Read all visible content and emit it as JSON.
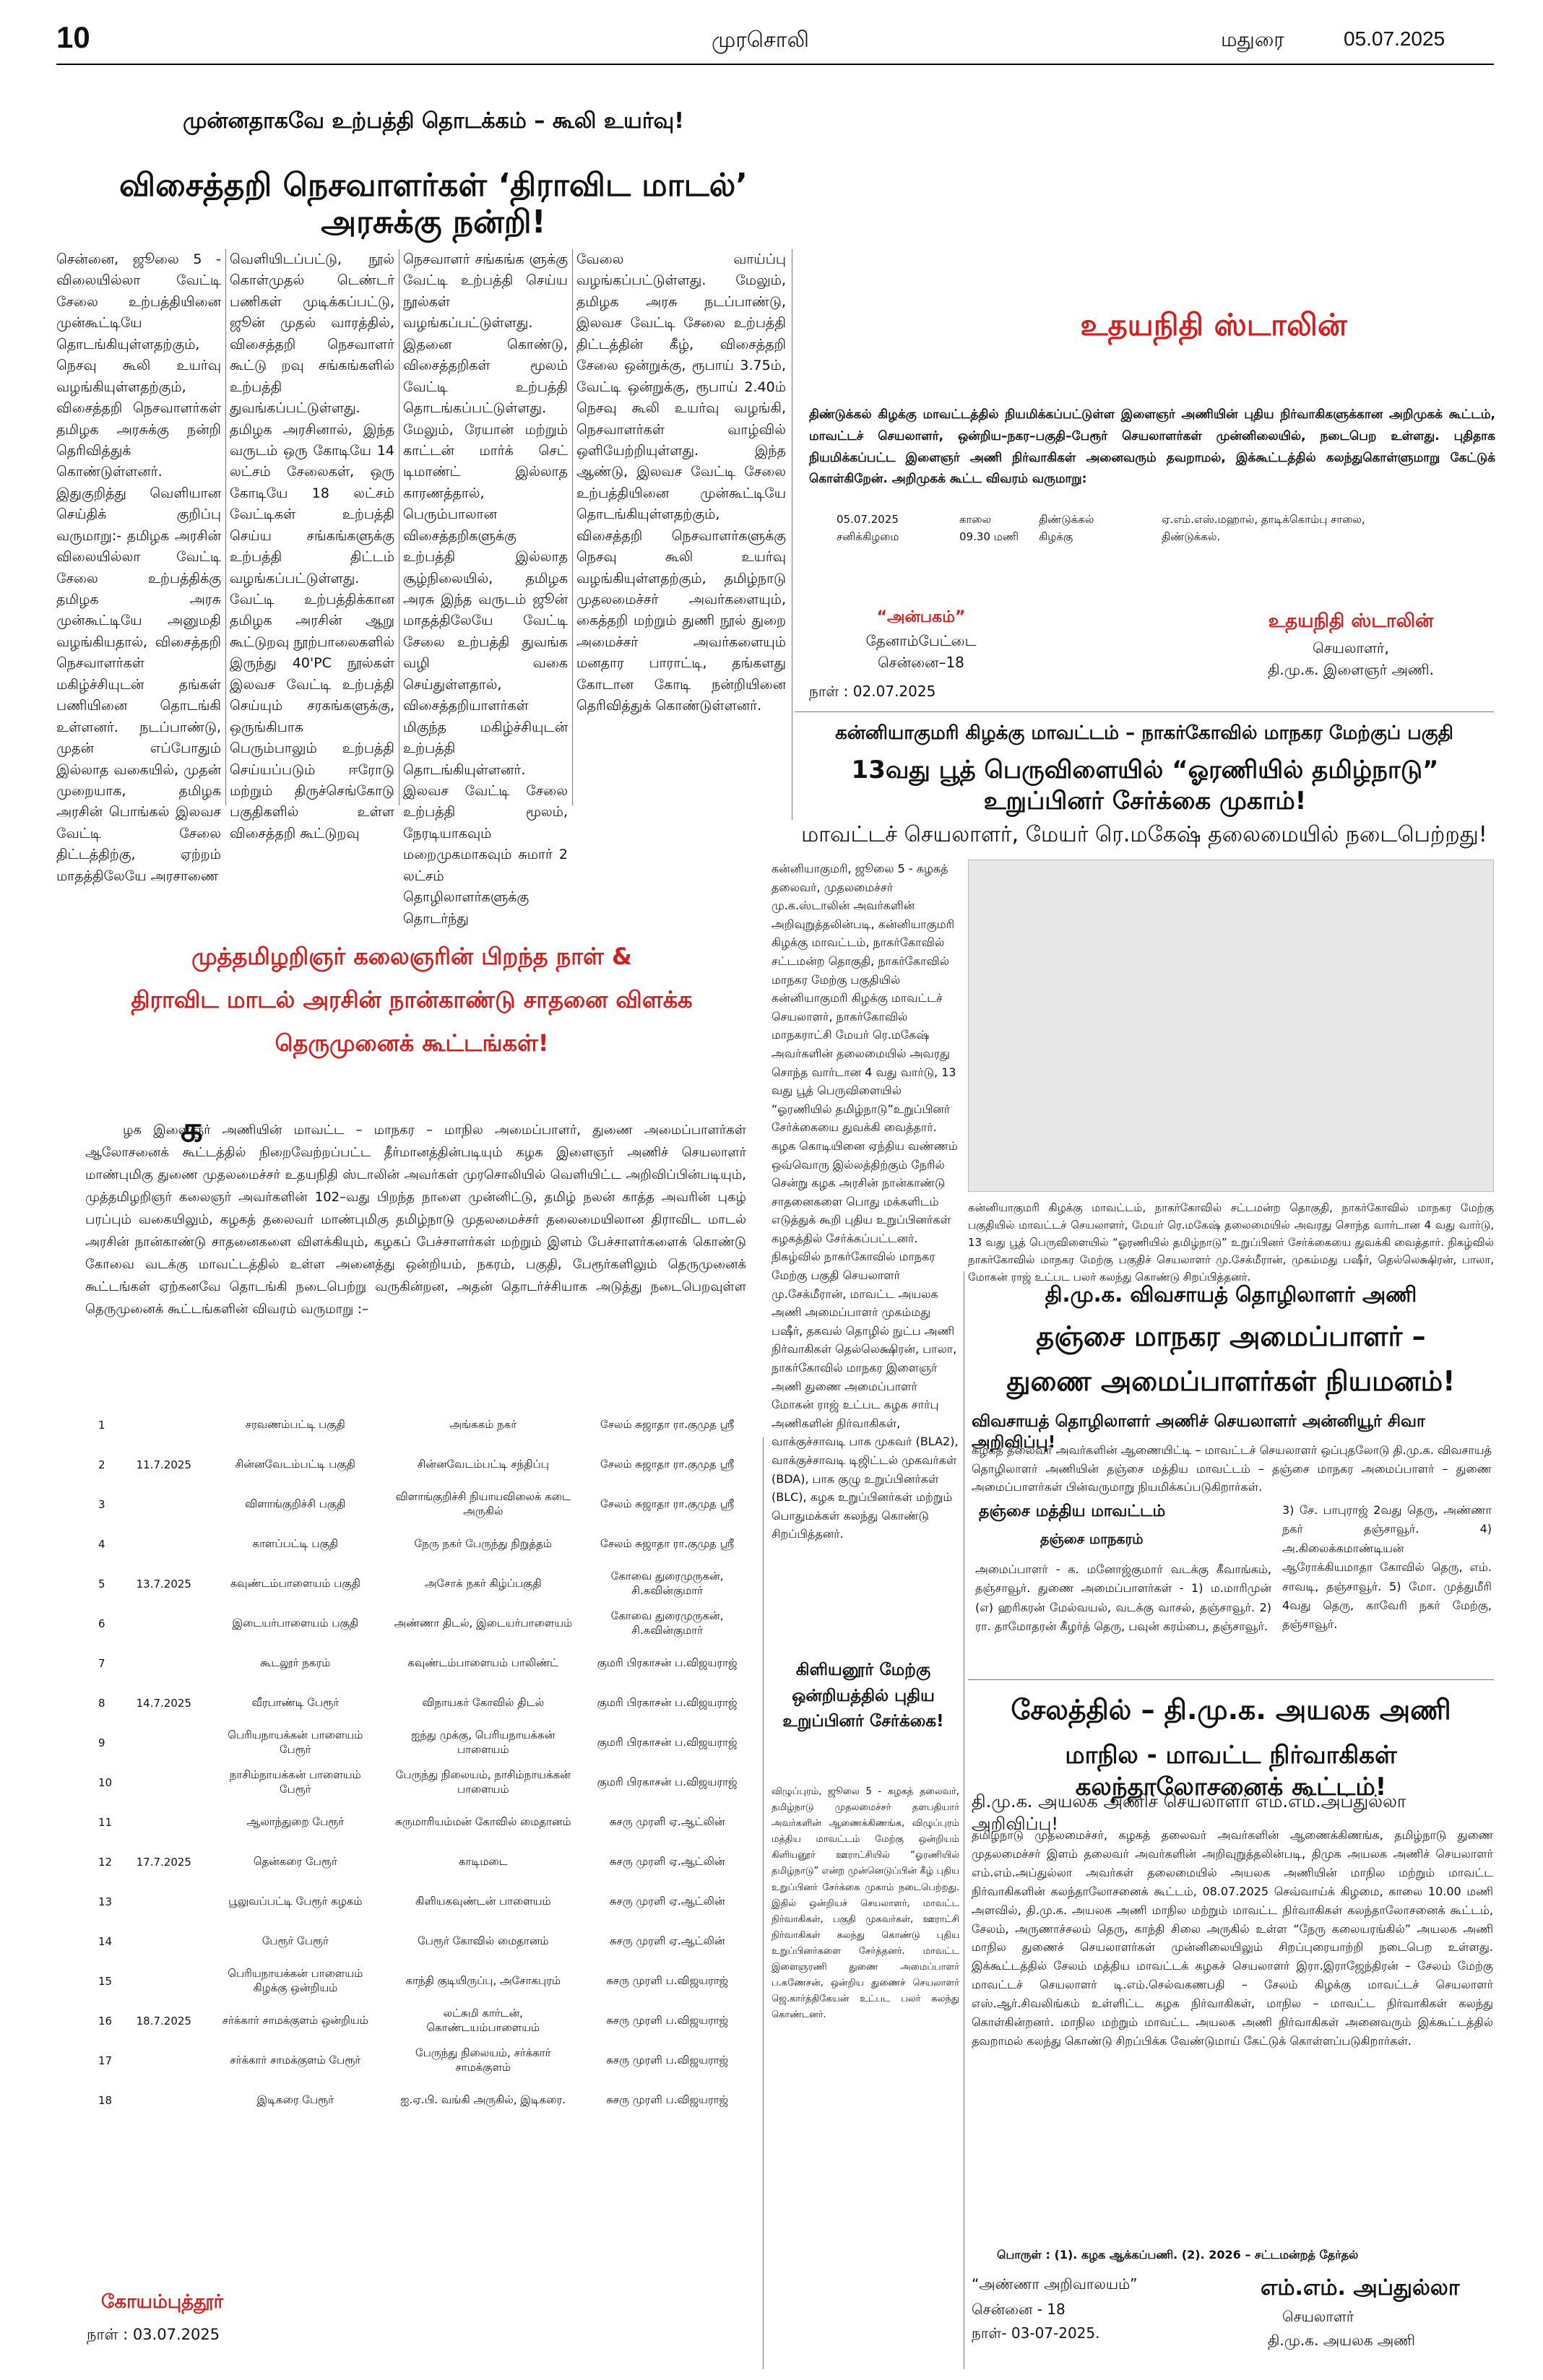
{
  "masthead": {
    "page_number": "10",
    "paper_name": "முரசொலி",
    "city": "மதுரை",
    "date": "05.07.2025"
  },
  "article1": {
    "kicker": "முன்னதாகவே உற்பத்தி தொடக்கம் – கூலி உயர்வு!",
    "headline": "விசைத்தறி நெசவாளர்கள் ‘திராவிட மாடல்’ அரசுக்கு நன்றி!",
    "col1": "சென்னை, ஜூலை 5 - விலையில்லா வேட்டி சேலை உற்பத்தியினை முன்கூட்டியே தொடங்கியுள்ளதற்கும், நெசவு கூலி உயர்வு வழங்கியுள்ளதற்கும், விசைத்தறி நெசவாளர்கள் தமிழக அரசுக்கு நன்றி தெரிவித்துக் கொண்டுள்ளனர். இதுகுறித்து வெளியான செய்திக் குறிப்பு வருமாறு:- தமிழக அரசின் விலையில்லா வேட்டி சேலை உற்பத்திக்கு தமிழக அரசு முன்கூட்டியே அனுமதி வழங்கியதால், விசைத்தறி நெசவாளர்கள் மகிழ்ச்சியுடன் தங்கள் பணியினை தொடங்கி உள்ளனர். நடப்பாண்டு, முதன் எப்போதும் இல்லாத வகையில், முதன் முறையாக, தமிழக அரசின் பொங்கல் இலவச வேட்டி சேலை திட்டத்திற்கு, ஏற்றம் மாதத்திலேயே அரசாணை",
    "col2": "வெளியிடப்பட்டு, நூல் கொள்முதல் டெண்டர் பணிகள் முடிக்கப்பட்டு, ஜூன் முதல் வாரத்தில், விசைத்தறி நெசவாளர் கூட்டு றவு சங்கங்களில் உற்பத்தி துவங்கப்பட்டுள்ளது. தமிழக அரசினால், இந்த வருடம் ஒரு கோடியே 14 லட்சம் சேலைகள், ஒரு கோடியே 18 லட்சம் வேட்டிகள் உற்பத்தி செய்ய சங்கங்களுக்கு உற்பத்தி திட்டம் வழங்கப்பட்டுள்ளது. வேட்டி உற்பத்திக்கான தமிழக அரசின் ஆறு கூட்டுறவு நூற்பாலைகளில் இருந்து 40'PC நூல்கள் இலவச வேட்டி உற்பத்தி செய்யும் சரகங்களுக்கு, ஒருங்கிபாக பெரும்பாலும் உற்பத்தி செய்யப்படும் ஈரோடு மற்றும் திருச்செங்கோடு பகுதிகளில் உள்ள விசைத்தறி கூட்டுறவு",
    "col3": "நெசவாளர் சங்கங்க ளுக்கு வேட்டி உற்பத்தி செய்ய நூல்கள் வழங்கப்பட்டுள்ளது. இதனை கொண்டு, விசைத்தறிகள் மூலம் வேட்டி உற்பத்தி தொடங்கப்பட்டுள்ளது. மேலும், ரேயான் மற்றும் காட்டன் மார்க் செட் டிமாண்ட் இல்லாத காரணத்தால், பெரும்பாலான விசைத்தறிகளுக்கு உற்பத்தி இல்லாத சூழ்நிலையில், தமிழக அரசு இந்த வருடம் ஜூன் மாதத்திலேயே வேட்டி சேலை உற்பத்தி துவங்க வழி வகை செய்துள்ளதால், விசைத்தறியாளர்கள் மிகுந்த மகிழ்ச்சியுடன் உற்பத்தி தொடங்கியுள்ளனர். இலவச வேட்டி சேலை உற்பத்தி மூலம், நேரடியாகவும் மறைமுகமாகவும் சுமார் 2 லட்சம் தொழிலாளர்களுக்கு தொடர்ந்து",
    "col4": "வேலை வாய்ப்பு வழங்கப்பட்டுள்ளது. மேலும், தமிழக அரசு நடப்பாண்டு, இலவச வேட்டி சேலை உற்பத்தி திட்டத்தின் கீழ், விசைத்தறி சேலை ஒன்றுக்கு, ரூபாய் 3.75ம், வேட்டி ஒன்றுக்கு, ரூபாய் 2.40ம் நெசவு கூலி உயர்வு வழங்கி, நெசவாளர்கள் வாழ்வில் ஒளியேற்றியுள்ளது. இந்த ஆண்டு, இலவச வேட்டி சேலை உற்பத்தியினை முன்கூட்டியே தொடங்கியுள்ளதற்கும், விசைத்தறி நெசவாளர்களுக்கு நெசவு கூலி உயர்வு வழங்கியுள்ளதற்கும், தமிழ்நாடு முதலமைச்சர் அவர்களையும், கைத்தறி மற்றும் துணி நூல் துறை அமைச்சர் அவர்களையும் மனதார பாராட்டி, தங்களது கோடான கோடி நன்றியினை தெரிவித்துக் கொண்டுள்ளனர்."
  },
  "notice_udhayanidhi": {
    "title": "உதயநிதி ஸ்டாலின்",
    "body": "திண்டுக்கல் கிழக்கு மாவட்டத்தில் நியமிக்கப்பட்டுள்ள இளைஞர் அணியின் புதிய நிர்வாகிகளுக்கான அறிமுகக் கூட்டம், மாவட்டச் செயலாளர், ஒன்றிய–நகர–பகுதி–பேரூர் செயலாளர்கள் முன்னிலையில், நடைபெற உள்ளது. புதிதாக நியமிக்கப்பட்ட இளைஞர் அணி நிர்வாகிகள் அனைவரும் தவறாமல், இக்கூட்டத்தில் கலந்துகொள்ளுமாறு கேட்டுக் கொள்கிறேன். அறிமுகக் கூட்ட விவரம் வருமாறு:",
    "meta_row1": [
      "05.07.2025",
      "காலை",
      "திண்டுக்கல்",
      "ஏ.எம்.எஸ்.மஹால், தாடிக்கொம்பு சாலை,"
    ],
    "meta_row2": [
      "சனிக்கிழமை",
      "09.30 மணி",
      "கிழக்கு",
      "திண்டுக்கல்."
    ],
    "venue_label": "“அன்பகம்”",
    "venue_line1": "தேனாம்பேட்டை",
    "venue_line2": "சென்னை–18",
    "date_line": "நாள் : 02.07.2025",
    "sign_name": "உதயநிதி ஸ்டாலின்",
    "sign_role": "செயலாளர்,",
    "sign_org": "தி.மு.க. இளைஞர் அணி."
  },
  "article2": {
    "kicker": "கன்னியாகுமரி கிழக்கு மாவட்டம் – நாகர்கோவில் மாநகர மேற்குப் பகுதி",
    "headline": "13வது பூத் பெருவிளையில் “ஓரணியில் தமிழ்நாடு” உறுப்பினர் சேர்க்கை முகாம்!",
    "subhead": "மாவட்டச் செயலாளர், மேயர் ரெ.மகேஷ் தலைமையில் நடைபெற்றது!",
    "body": "கன்னியாகுமரி, ஜூலை 5 - கழகத் தலைவர், முதலமைச்சர் மு.க.ஸ்டாலின் அவர்களின் அறிவுறுத்தலின்படி, கன்னியாகுமரி கிழக்கு மாவட்டம், நாகர்கோவில் சட்டமன்ற தொகுதி, நாகர்கோவில் மாநகர மேற்கு பகுதியில் கன்னியாகுமரி கிழக்கு மாவட்டச் செயலாளர், நாகர்கோவில் மாநகராட்சி மேயர் ரெ.மகேஷ் அவர்களின் தலைமையில் அவரது சொந்த வார்டான 4 வது வார்டு, 13 வது பூத் பெருவிளையில் “ஓரணியில் தமிழ்நாடு”உறுப்பினர் சேர்க்கையை துவக்கி வைத்தார். கழக கொடியினை ஏந்திய வண்ணம் ஒவ்வொரு இல்லத்திற்கும் நேரில் சென்று கழக அரசின் நான்காண்டு சாதனைகளை பொது மக்களிடம் எடுத்துக் கூறி புதிய உறுப்பினர்கள் கழகத்தில் சேர்க்கப்பட்டனர். நிகழ்வில் நாகர்கோவில் மாநகர மேற்கு பகுதி செயலாளர் மு.சேக்மீரான், மாவட்ட அயலக அணி அமைப்பாளர் முகம்மது பஷீர், தகவல் தொழில் நுட்ப அணி நிர்வாகிகள் தெல்லெக்ஷிரன், பாலா, நாகர்கோவில் மாநகர இளைஞர் அணி துணை அமைப்பாளர் மோகன் ராஜ் உட்பட கழக சார்பு அணிகளின் நிர்வாகிகள், வாக்குச்சாவடி பாக முகவர் (BLA2), வாக்குச்சாவடி டிஜிட்டல் முகவர்கள் (BDA), பாக குழு உறுப்பினர்கள் (BLC), கழக உறுப்பினர்கள் மற்றும் பொதுமக்கள் கலந்து கொண்டு சிறப்பித்தனர்.",
    "caption": "கன்னியாகுமரி கிழக்கு மாவட்டம், நாகர்கோவில் சட்டமன்ற தொகுதி, நாகர்கோவில் மாநகர மேற்கு பகுதியில் மாவட்டச் செயலாளர், மேயர் ரெ.மகேஷ் தலைமையில் அவரது சொந்த வார்டான 4 வது வார்டு, 13 வது பூத் பெருவிளையில் “ஓரணியில் தமிழ்நாடு” உறுப்பினர் சேர்க்கையை துவக்கி வைத்தார். நிகழ்வில் நாகர்கோவில் மாநகர மேற்கு பகுதிச் செயலாளர் மு.சேக்மீரான், முகம்மது பஷீர், தெல்லெக்ஷிரன், பாலா, மோகன் ராஜ் உட்பட பலர் கலந்து கொண்டு சிறப்பித்தனர்."
  },
  "article3": {
    "headline_line1": "முத்தமிழறிஞர் கலைஞரின் பிறந்த நாள் &",
    "headline_line2": "திராவிட மாடல் அரசின் நான்காண்டு சாதனை விளக்க",
    "headline_line3": "தெருமுனைக் கூட்டங்கள்!",
    "dropcap": "க",
    "body": "ழக இளைஞர் அணியின் மாவட்ட – மாநகர – மாநில அமைப்பாளர், துணை அமைப்பாளர்கள் ஆலோசனைக் கூட்டத்தில் நிறைவேற்றப்பட்ட தீர்மானத்தின்படியும் கழக இளைஞர் அணிச் செயலாளர் மாண்புமிகு துணை முதலமைச்சர் உதயநிதி ஸ்டாலின் அவர்கள் முரசொலியில் வெளியிட்ட அறிவிப்பின்படியும், முத்தமிழறிஞர் கலைஞர் அவர்களின் 102–வது பிறந்த நாளை முன்னிட்டு, தமிழ் நலன் காத்த அவரின் புகழ் பரப்பும் வகையிலும், கழகத் தலைவர் மாண்புமிகு தமிழ்நாடு முதலமைச்சர் தலைமையிலான திராவிட மாடல் அரசின் நான்காண்டு சாதனைகளை விளக்கியும், கழகப் பேச்சாளர்கள் மற்றும் இளம் பேச்சாளர்களைக் கொண்டு கோவை வடக்கு மாவட்டத்தில் உள்ள அனைத்து ஒன்றியம், நகரம், பகுதி, பேரூர்களிலும் தெருமுனைக் கூட்டங்கள் ஏற்கனவே தொடங்கி நடைபெற்று வருகின்றன, அதன் தொடர்ச்சியாக அடுத்து நடைபெறவுள்ள தெருமுனைக் கூட்டங்களின் விவரம் வருமாறு :–",
    "schedule": [
      {
        "no": "1",
        "date": "",
        "area": "சரவணம்பட்டி பகுதி",
        "place": "அங்ககம் நகர்",
        "speaker": "சேலம் சுஜாதா ரா.குமுத ஸ்ரீ"
      },
      {
        "no": "2",
        "date": "11.7.2025",
        "area": "சின்னவேடம்பட்டி பகுதி",
        "place": "சின்னவேடம்பட்டி சந்திப்பு",
        "speaker": "சேலம் சுஜாதா ரா.குமுத ஸ்ரீ"
      },
      {
        "no": "3",
        "date": "",
        "area": "விளாங்குறிச்சி பகுதி",
        "place": "விளாங்குறிச்சி நியாயவிலைக் கடை அருகில்",
        "speaker": "சேலம் சுஜாதா ரா.குமுத ஸ்ரீ"
      },
      {
        "no": "4",
        "date": "",
        "area": "காளப்பட்டி பகுதி",
        "place": "நேரு நகர் பேருந்து நிறுத்தம்",
        "speaker": "சேலம் சுஜாதா ரா.குமுத ஸ்ரீ"
      },
      {
        "no": "5",
        "date": "13.7.2025",
        "area": "கவுண்டம்பாளையம் பகுதி",
        "place": "அசோக் நகர் கிழ்ப்பகுதி",
        "speaker": "கோவை துரைமுருகன், சி.கவின்குமார்"
      },
      {
        "no": "6",
        "date": "",
        "area": "இடையர்பாளையம் பகுதி",
        "place": "அண்ணா திடல், இடையர்பாளையம்",
        "speaker": "கோவை துரைமுருகன், சி.கவின்குமார்"
      },
      {
        "no": "7",
        "date": "",
        "area": "கூடலூர் நகரம்",
        "place": "கவுண்டம்பாளையம் பாலிண்ட்",
        "speaker": "குமரி பிரகாசன் ப.விஜயராஜ்"
      },
      {
        "no": "8",
        "date": "14.7.2025",
        "area": "வீரபாண்டி பேரூர்",
        "place": "விநாயகர் கோவில் திடல்",
        "speaker": "குமரி பிரகாசன் ப.விஜயராஜ்"
      },
      {
        "no": "9",
        "date": "",
        "area": "பெரியநாயக்கன் பாளையம் பேரூர்",
        "place": "ஐந்து முக்கு, பெரியநாயக்கன் பாளையம்",
        "speaker": "குமரி பிரகாசன் ப.விஜயராஜ்"
      },
      {
        "no": "10",
        "date": "",
        "area": "நாசிம்நாயக்கன் பாளையம் பேரூர்",
        "place": "பேருந்து நிலையம், நாசிம்நாயக்கன் பாளையம்",
        "speaker": "குமரி பிரகாசன் ப.விஜயராஜ்"
      },
      {
        "no": "11",
        "date": "",
        "area": "ஆலாந்துறை பேரூர்",
        "place": "சுருமாரியம்மன் கோவில் மைதானம்",
        "speaker": "சுசரு முரளி ஏ.ஆட்லின்"
      },
      {
        "no": "12",
        "date": "17.7.2025",
        "area": "தென்கரை பேரூர்",
        "place": "காடிமடை",
        "speaker": "சுசரு முரளி ஏ.ஆட்லின்"
      },
      {
        "no": "13",
        "date": "",
        "area": "பூலுவப்பட்டி பேரூர் கழகம்",
        "place": "கிளியகவுண்டன் பாளையம்",
        "speaker": "சுசரு முரளி ஏ.ஆட்லின்"
      },
      {
        "no": "14",
        "date": "",
        "area": "பேரூர் பேரூர்",
        "place": "பேரூர் கோவில் மைதானம்",
        "speaker": "சுசரு முரளி ஏ.ஆட்லின்"
      },
      {
        "no": "15",
        "date": "",
        "area": "பெரியநாயக்கன் பாளையம் கிழக்கு ஒன்றியம்",
        "place": "காந்தி குடியிருப்பு, அசோகபுரம்",
        "speaker": "சுசரு முரளி ப.விஜயராஜ்"
      },
      {
        "no": "16",
        "date": "18.7.2025",
        "area": "சர்க்கார் சாமக்குளம் ஒன்றியம்",
        "place": "லட்சுமி கார்டன், கொண்டயம்பாளையம்",
        "speaker": "சுசரு முரளி ப.விஜயராஜ்"
      },
      {
        "no": "17",
        "date": "",
        "area": "சர்க்கார் சாமக்குளம் பேரூர்",
        "place": "பேருந்து நிலையம், சர்க்கார் சாமக்குளம்",
        "speaker": "சுசரு முரளி ப.விஜயராஜ்"
      },
      {
        "no": "18",
        "date": "",
        "area": "இடிகரை பேரூர்",
        "place": "ஐ.ஏ.பி. வங்கி அருகில், இடிகரை.",
        "speaker": "சுசரு முரளி ப.விஜயராஜ்"
      }
    ],
    "place_sign": "கோயம்புத்தூர்",
    "date_sign": "நாள் : 03.07.2025"
  },
  "article4": {
    "headline": "கிளியனூர் மேற்கு ஒன்றியத்தில் புதிய உறுப்பினர் சேர்க்கை!",
    "body": "விழுப்புரம், ஜூலை 5 - கழகத் தலைவர், தமிழ்நாடு முதலமைச்சர் தளபதியார் அவர்களின் ஆணைக்கிணங்க, விழுப்புரம் மத்திய மாவட்டம் மேற்கு ஒன்றியம் கிளியனூர் ஊராட்சியில் “ஓரணியில் தமிழ்நாடு” என்ற முன்னெடுப்பின் கீழ் புதிய உறுப்பினர் சேர்க்கை முகாம் நடைபெற்றது. இதில் ஒன்றியச் செயலாளர், மாவட்ட நிர்வாகிகள், பகுதி முகவர்கள், ஊராட்சி நிர்வாகிகள் கலந்து கொண்டு புதிய உறுப்பினர்களை சேர்த்தனர். மாவட்ட இளைஞரணி துணை அமைப்பாளர் ப.கணேசன், ஒன்றிய துணைச் செயலாளர் ஜெ.கார்த்திகேயன் உட்பட பலர் கலந்து கொண்டனர்."
  },
  "article5": {
    "kicker": "தி.மு.க. விவசாயத் தொழிலாளர் அணி",
    "headline_line1": "தஞ்சை மாநகர அமைப்பாளர் –",
    "headline_line2": "துணை அமைப்பாளர்கள் நியமனம்!",
    "subhead": "விவசாயத் தொழிலாளர் அணிச் செயலாளர் அன்னியூர் சிவா அறிவிப்பு!",
    "intro": "கழகத் தலைவர் அவர்களின் ஆணையிட்டி – மாவட்டச் செயலாளர் ஒப்புதலோடு தி.மு.க. விவசாயத் தொழிலாளர் அணியின் தஞ்சை மத்திய மாவட்டம் – தஞ்சை மாநகர அமைப்பாளர் – துணை அமைப்பாளர்கள் பின்வருமாறு நியமிக்கப்படுகிறார்கள்.",
    "district": "தஞ்சை மத்திய மாவட்டம்",
    "city": "தஞ்சை மாநகரம்",
    "appoint_left": "அமைப்பாளர் - க. மனோஜ்குமார் வடக்கு கீவாங்கம், தஞ்சாவூர். துணை அமைப்பாளர்கள் - 1) ம.மாரிமுன் (எ) ஹரிகரன் மேல்வயல், வடக்கு வாசல், தஞ்சாவூர். 2) ரா. தாமோதரன் கீழர்த் தெரு, பவுன் கரம்பை, தஞ்சாவூர்.",
    "appoint_right": "3) சே. பாபுராஜ் 2வது தெரு, அண்ணா நகர் தஞ்சாவூர். 4) அ.கிலைக்கமாண்டியன் ஆரோக்கியமாதா கோவில் தெரு, எம். சாவடி, தஞ்சாவூர். 5) மோ. முத்துமீரி 4வது தெரு, காவேரி நகர் மேற்கு, தஞ்சாவூர்."
  },
  "article6": {
    "kicker": "சேலத்தில் – தி.மு.க. அயலக அணி",
    "headline": "மாநில - மாவட்ட நிர்வாகிகள் கலந்தாலோசனைக் கூட்டம்!",
    "subhead": "தி.மு.க. அயலக அணிச் செயலாளர் எம்.எம்.அப்துல்லா அறிவிப்பு!",
    "body": "தமிழ்நாடு முதலமைச்சர், கழகத் தலைவர் அவர்களின் ஆணைக்கிணங்க, தமிழ்நாடு துணை முதலமைச்சர் இளம் தலைவர் அவர்களின் அறிவுறுத்தலின்படி, திமுக அயலக அணிச் செயலாளர் எம்.எம்.அப்துல்லா அவர்கள் தலைமையில் அயலக அணியின் மாநில மற்றும் மாவட்ட நிர்வாகிகளின் கலந்தாலோசனைக் கூட்டம், 08.07.2025 செவ்வாய்க் கிழமை, காலை 10.00 மணி அளவில், தி.மு.க. அயலக அணி மாநில மற்றும் மாவட்ட நிர்வாகிகள் கலந்தாலோசனைக் கூட்டம், சேலம், அருணாச்சலம் தெரு, காந்தி சிலை அருகில் உள்ள “நேரு கலையரங்கில்” அயலக அணி மாநில துணைச் செயலாளர்கள் முன்னிலையிலும் சிறப்புரையாற்றி நடைபெற உள்ளது. இக்கூட்டத்தில் சேலம் மத்திய மாவட்டக் கழகச் செயலாளர் இரா.இராஜேந்திரன் – சேலம் மேற்கு மாவட்டச் செயலாளர் டி.எம்.செல்வகணபதி – சேலம் கிழக்கு மாவட்டச் செயலாளர் எஸ்.ஆர்.சிவலிங்கம் உள்ளிட்ட கழக நிர்வாகிகள், மாநில – மாவட்ட நிர்வாகிகள் கலந்து கொள்கின்றனர். மாநில மற்றும் மாவட்ட அயலக அணி நிர்வாகிகள் அனைவரும் இக்கூட்டத்தில் தவறாமல் கலந்து கொண்டு சிறப்பிக்க வேண்டுமாய் கேட்டுக் கொள்ளப்படுகிறார்கள்.",
    "agenda": "பொருள் : (1). கழக ஆக்கப்பணி. (2). 2026 – சட்டமன்றத் தேர்தல்",
    "venue_label": "“அண்ணா அறிவாலயம்”",
    "venue_line1": "சென்னை - 18",
    "date_line": "நாள்- 03-07-2025.",
    "sign_name": "எம்.எம். அப்துல்லா",
    "sign_role": "செயலாளர்",
    "sign_org": "தி.மு.க. அயலக அணி"
  },
  "colors": {
    "red": "#d21f1f",
    "black": "#000000",
    "gray_rule": "#777777"
  }
}
